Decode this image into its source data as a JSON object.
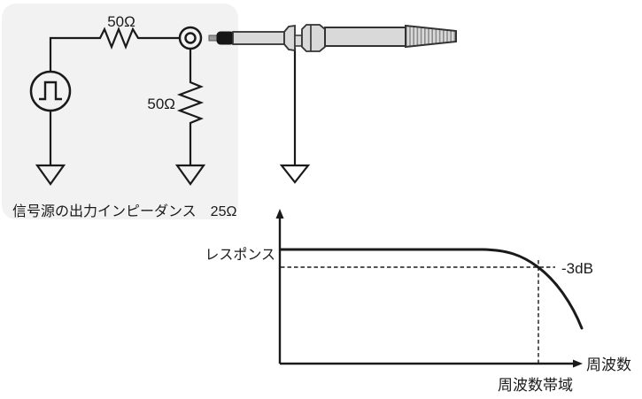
{
  "colors": {
    "background": "#ffffff",
    "box_bg": "#f2f2f2",
    "line": "#1a1a1a",
    "probe_fill": "#d9d9d9",
    "probe_tip_dark": "#161616",
    "probe_outline": "#333333",
    "rib_stripe": "#8c8c8c"
  },
  "circuit": {
    "caption": "信号源の出力インピーダンス　25Ω",
    "series_resistor_label": "50Ω",
    "shunt_resistor_label": "50Ω",
    "source_type": "pulse-generator",
    "connector_type": "bnc-connector",
    "grounds": 3
  },
  "probe": {
    "name": "oscilloscope-probe",
    "ground_lead": "earth-symbol"
  },
  "graph": {
    "y_axis_label": "レスポンス",
    "x_axis_label": "周波数",
    "level_annotation": "-3dB",
    "bandwidth_annotation": "周波数帯域"
  },
  "chart_data": {
    "type": "line",
    "title": "",
    "xlabel": "周波数",
    "ylabel": "レスポンス",
    "annotations": [
      "-3dB",
      "周波数帯域"
    ],
    "x_axis_scale": "unlabeled (qualitative)",
    "y_axis_scale": "unlabeled (qualitative)",
    "grid": false,
    "legend": false,
    "series": [
      {
        "name": "frequency-response",
        "units": "x: normalized frequency 0-1, y: dB (estimated)",
        "points": [
          [
            0.0,
            0
          ],
          [
            0.55,
            0
          ],
          [
            0.68,
            -0.3
          ],
          [
            0.78,
            -1.2
          ],
          [
            0.86,
            -3
          ],
          [
            0.93,
            -7
          ],
          [
            1.0,
            -12
          ]
        ]
      }
    ],
    "markers": {
      "minus3db_level_db": -3,
      "bandwidth_x_normalized": 0.86
    }
  }
}
